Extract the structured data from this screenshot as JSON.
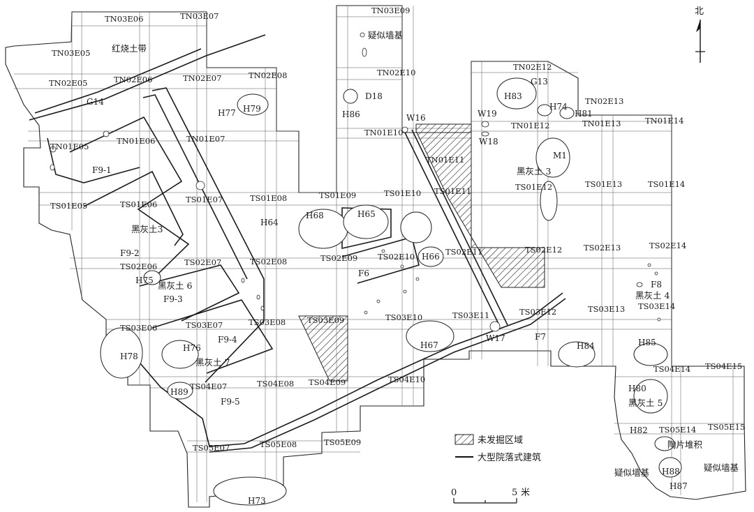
{
  "north_label": "北",
  "grid_squares": [
    "TN03E06",
    "TN03E07",
    "TN03E05",
    "TN02E05",
    "TN02E06",
    "TN02E07",
    "TN02E08",
    "TN01E05",
    "TN01E06",
    "TN01E07",
    "TS01E05",
    "TS01E06",
    "TS01E07",
    "TS01E08",
    "TS01E09",
    "TS01E10",
    "TS01E11",
    "TS02E06",
    "TS02E07",
    "TS02E08",
    "TS02E09",
    "TS02E10",
    "TS02E11",
    "TS03E06",
    "TS03E07",
    "TS03E08",
    "TS03E09",
    "TS03E10",
    "TS03E11",
    "TS04E07",
    "TS04E08",
    "TS04E09",
    "TS04E10",
    "TS05E07",
    "TS05E08",
    "TS05E09",
    "TN03E09",
    "TN02E10",
    "TN01E10",
    "TN01E11",
    "TN02E12",
    "TN02E13",
    "TN01E12",
    "TN01E13",
    "TN01E14",
    "TS01E12",
    "TS01E13",
    "TS01E14",
    "TS02E12",
    "TS02E13",
    "TS02E14",
    "TS03E12",
    "TS03E13",
    "TS03E14",
    "TS04E14",
    "TS04E15",
    "TS05E14",
    "TS05E15"
  ],
  "features": [
    "红烧土带",
    "G14",
    "H77",
    "H79",
    "F9-1",
    "黑灰土3",
    "F9-2",
    "H75",
    "黑灰土 6",
    "F9-3",
    "H76",
    "F9-4",
    "黑灰土 7",
    "H78",
    "H89",
    "F9-5",
    "H73",
    "疑似墙基",
    "D18",
    "H86",
    "W16",
    "H64",
    "H68",
    "H65",
    "H66",
    "F6",
    "H67",
    "W17",
    "H83",
    "G13",
    "H74",
    "H81",
    "W19",
    "W18",
    "M1",
    "黑灰土 3",
    "F7",
    "H84",
    "H85",
    "F8",
    "黑灰土 4",
    "H80",
    "黑灰土 5",
    "H82",
    "陶片堆积",
    "疑似墙基",
    "H88",
    "疑似墙基",
    "H87"
  ],
  "legend": {
    "unexcavated": "未发掘区域",
    "compound": "大型院落式建筑"
  },
  "scale_bar": {
    "start": "0",
    "end": "5",
    "unit": "米"
  }
}
